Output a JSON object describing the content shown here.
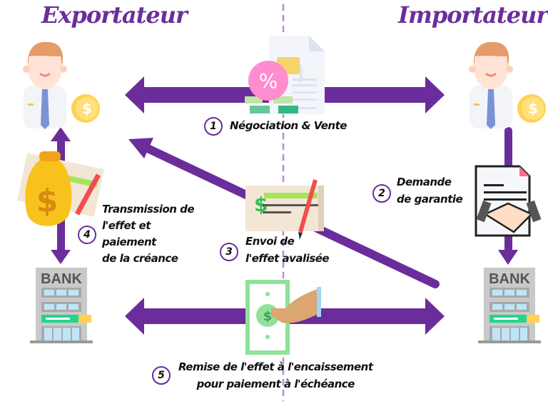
{
  "titles": {
    "exporter": "Exportateur",
    "importer": "Importateur"
  },
  "colors": {
    "arrow": "#6b2d9b",
    "divider": "#b58bd6"
  },
  "icons": {
    "exporter": "businessman-icon",
    "importer": "businessman-icon",
    "coin": "dollar-coin-icon",
    "contract": "contract-document-icon",
    "bank": "bank-building-icon",
    "cheque": "cheque-icon",
    "money_bag": "money-bag-icon",
    "banknote": "banknote-hand-icon",
    "guarantee": "handshake-document-icon"
  },
  "bank_label": "BANK",
  "steps": [
    {
      "number": "1",
      "lines": [
        "Négociation & Vente"
      ]
    },
    {
      "number": "2",
      "lines": [
        "Demande",
        "de garantie"
      ]
    },
    {
      "number": "3",
      "lines": [
        "Envoi de",
        "l'effet avalisée"
      ]
    },
    {
      "number": "4",
      "lines": [
        "Transmission de",
        "l'effet et",
        "paiement",
        "de la créance"
      ]
    },
    {
      "number": "5",
      "lines": [
        "Remise de l'effet à l'encaissement",
        "pour paiement à l'échéance"
      ]
    }
  ]
}
